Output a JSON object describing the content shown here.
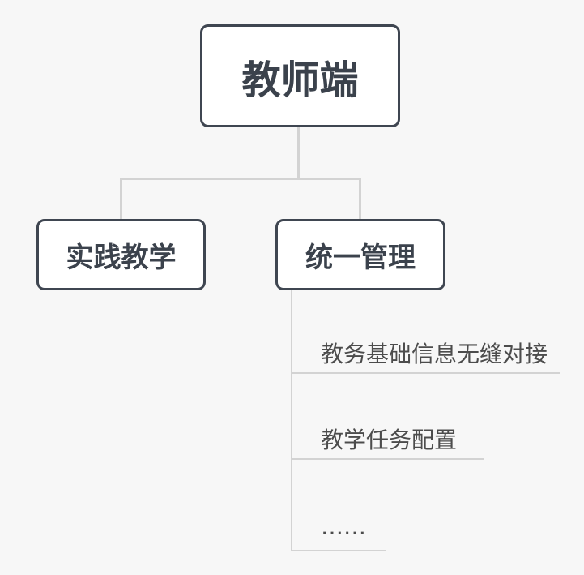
{
  "colors": {
    "background": "#f7f7f7",
    "node-border": "#3f4651",
    "node-fill": "#ffffff",
    "node-text": "#3b424c",
    "connector": "#d3d3d3",
    "subtopic-text": "#4c4c4c"
  },
  "mindmap": {
    "root": {
      "label": "教师端"
    },
    "children": [
      {
        "label": "实践教学",
        "subtopics": []
      },
      {
        "label": "统一管理",
        "subtopics": [
          "教务基础信息无缝对接",
          "教学任务配置",
          "……"
        ]
      }
    ]
  }
}
